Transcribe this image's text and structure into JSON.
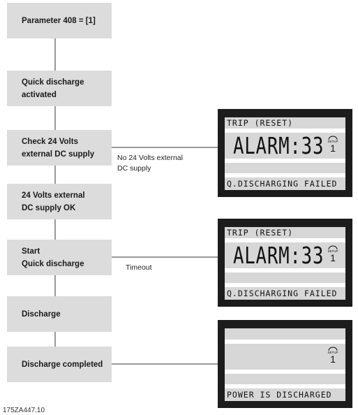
{
  "steps": [
    "Parameter 408 = [1]",
    "Quick discharge\nactivated",
    "Check 24 Volts\nexternal DC supply",
    "24 Volts external\nDC supply OK",
    "Start\nQuick discharge",
    "Discharge",
    "Discharge completed"
  ],
  "edge_labels": {
    "no_supply": "No 24 Volts external\nDC supply",
    "timeout": "Timeout"
  },
  "displays": [
    {
      "top": "TRIP (RESET)",
      "alarm": "ALARM:33",
      "setup_label": "SETUP",
      "setup_number": "1",
      "bottom": "Q.DISCHARGING FAILED"
    },
    {
      "top": "TRIP (RESET)",
      "alarm": "ALARM:33",
      "setup_label": "SETUP",
      "setup_number": "1",
      "bottom": "Q.DISCHARGING FAILED"
    },
    {
      "top": "",
      "alarm": "",
      "setup_label": "SETUP",
      "setup_number": "1",
      "bottom": "POWER IS DISCHARGED"
    }
  ],
  "figure_id": "175ZA447.10"
}
